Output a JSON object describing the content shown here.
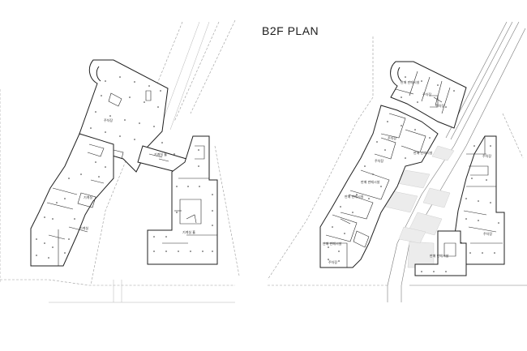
{
  "left_plan": {
    "title": "N",
    "rooms": [
      "주차장",
      "기계실",
      "기계실 홀",
      "기계실",
      "기계실 홀"
    ]
  },
  "right_plan": {
    "title": "B2F PLAN",
    "rooms": [
      "판매 판매시설",
      "주차장",
      "주차장",
      "주차장",
      "주차장",
      "판매 판매시설",
      "판매 판매시설",
      "판매 판매시설",
      "판매 판매시설",
      "주차장",
      "주차장",
      "판매 판매시설",
      "주차장"
    ]
  }
}
